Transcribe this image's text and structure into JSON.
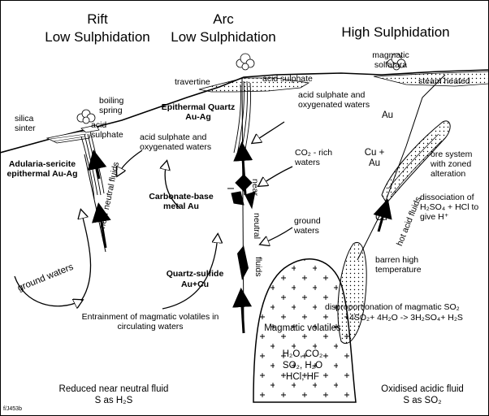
{
  "headings": {
    "rift_line1": "Rift",
    "rift_line2": "Low Sulphidation",
    "arc_line1": "Arc",
    "arc_line2": "Low Sulphidation",
    "high": "High Sulphidation"
  },
  "labels": {
    "travertine": "travertine",
    "acid_sulphate_top": "acid sulphate",
    "magmatic_solfatara": "magmatic solfatara",
    "steam_heated": "steam heated",
    "acid_sulphate_oxy_right": "acid sulphate and oxygenated waters",
    "epithermal_qtz": "Epithermal Quartz Au-Ag",
    "boiling_spring": "boiling spring",
    "silica_sinter": "silica sinter",
    "acid_sulphate_left": "acid sulphate",
    "acid_sulphate_oxy_left": "acid sulphate and oxygenated waters",
    "adularia": "Adularia-sericite epithermal Au-Ag",
    "near_neutral_fluids": "near neutral fluids",
    "co2_rich": "CO₂ - rich waters",
    "carbonate_base": "Carbonate-base metal Au",
    "near": "near",
    "neutral": "neutral",
    "fluids": "fluids",
    "ground_waters_mid": "ground waters",
    "ground_waters_left": "ground waters",
    "quartz_sulfide": "Quartz-sulfide",
    "au_cu": "Au+Cu",
    "entrainment": "Entrainment of magmatic volatiles in circulating waters",
    "magmatic_volatiles": "Magmatic volatiles",
    "vol_line1": "H₂O, CO₂",
    "vol_line2": "SO₂, H₂O",
    "vol_line3": "HCl, HF",
    "au": "Au",
    "cu_plus_au": "Cu + Au",
    "cu": "Cu",
    "ore_system": "ore system with zoned alteration",
    "dissociation": "dissociation of H₂SO₄ + HCl to give H⁺",
    "hot_acid_fluids": "hot acid fluids",
    "barren": "barren high temperature",
    "disproportionation": "disproportionation of magmatic SO₂",
    "equation": "4SO₂+ 4H₂O -> 3H₂SO₄+ H₂S",
    "reduced_fluid": "Reduced near neutral fluid",
    "reduced_fluid_s": "S as H₂S",
    "oxidised_fluid": "Oxidised acidic fluid",
    "oxidised_fluid_s": "S as SO₂",
    "figure_code": "f/J453b"
  }
}
